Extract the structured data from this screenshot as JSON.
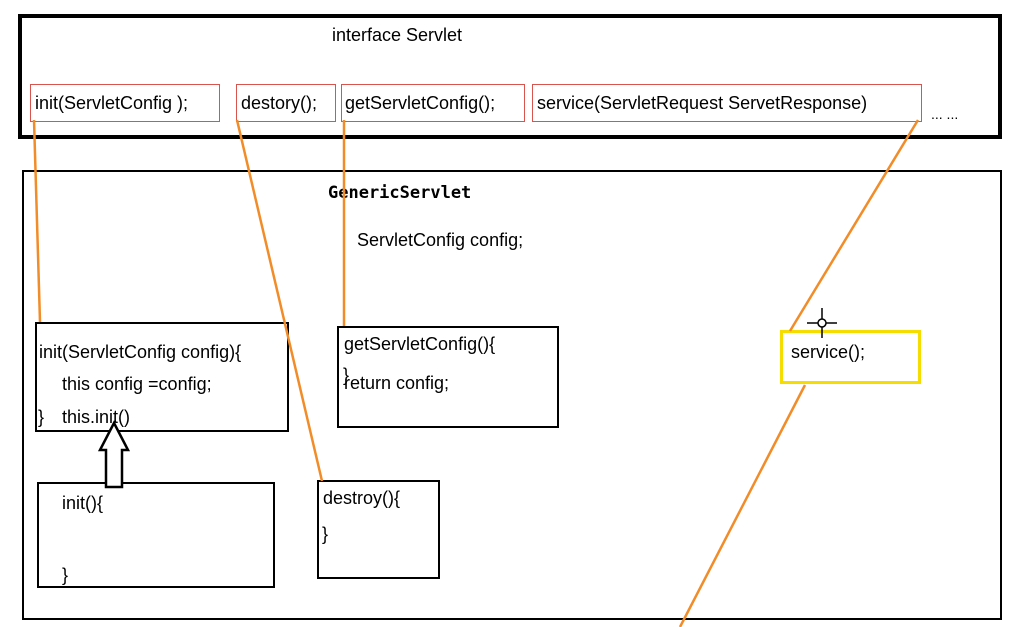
{
  "interface_box": {
    "title": "interface Servlet",
    "methods": [
      "init(ServletConfig );",
      "destory();",
      "getServletConfig();",
      "service(ServletRequest ServetResponse)"
    ],
    "ellipsis": "... ..."
  },
  "generic_box": {
    "title": "GenericServlet",
    "field": "ServletConfig config;",
    "init_config": {
      "line1": "init(ServletConfig config){",
      "line2": "this config =config;",
      "line3": "}",
      "line4": "this.init()"
    },
    "get_config": {
      "line1": "getServletConfig(){",
      "line2": "return config;",
      "line3": "}"
    },
    "service": {
      "label": "service();"
    },
    "init_plain": {
      "line1": "init(){",
      "line2": "}"
    },
    "destroy": {
      "line1": "destroy(){",
      "line2": "}"
    }
  },
  "colors": {
    "connector": "#f28c28",
    "method_border": "#d9534f",
    "highlight": "#f5dd00",
    "frame": "#000000"
  }
}
